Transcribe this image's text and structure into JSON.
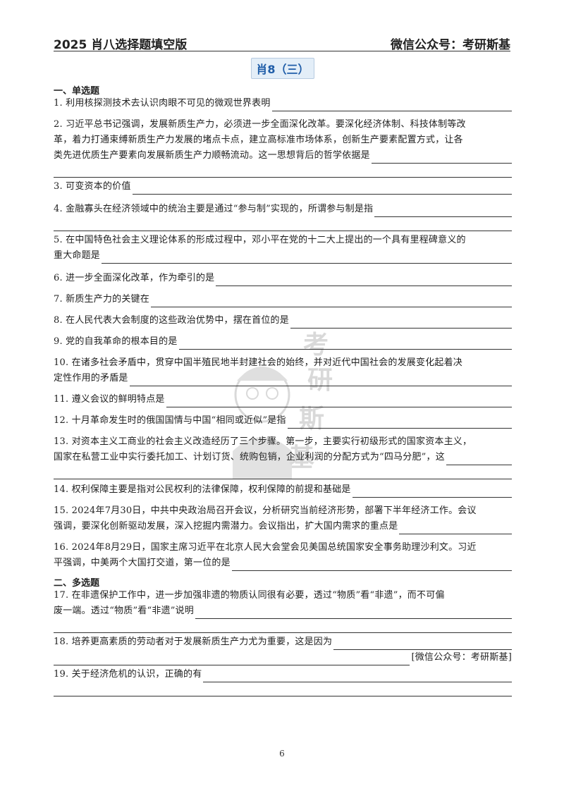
{
  "header": {
    "left": "2025 肖八选择题填空版",
    "right": "微信公众号：考研斯基"
  },
  "title": "肖8（三）",
  "sections": {
    "single": "一、单选题",
    "multi": "二、多选题"
  },
  "questions": {
    "q1": {
      "l1": "1. 利用核探测技术去认识肉眼不可见的微观世界表明"
    },
    "q2": {
      "l1": "2. 习近平总书记强调，发展新质生产力，必须进一步全面深化改革。要深化经济体制、科技体制等改",
      "l2": "革，着力打通束缚新质生产力发展的堵点卡点，建立高标准市场体系，创新生产要素配置方式，让各",
      "l3": "类先进优质生产要素向发展新质生产力顺畅流动。这一思想背后的哲学依据是"
    },
    "q3": {
      "l1": "3. 可变资本的价值"
    },
    "q4": {
      "l1": "4. 金融寡头在经济领域中的统治主要是通过“参与制”实现的，所谓参与制是指"
    },
    "q5": {
      "l1": "5. 在中国特色社会主义理论体系的形成过程中，邓小平在党的十二大上提出的一个具有里程碑意义的",
      "l2": "重大命题是"
    },
    "q6": {
      "l1": "6. 进一步全面深化改革，作为牵引的是"
    },
    "q7": {
      "l1": "7. 新质生产力的关键在"
    },
    "q8": {
      "l1": "8. 在人民代表大会制度的这些政治优势中，摆在首位的是"
    },
    "q9": {
      "l1": "9. 党的自我革命的根本目的是"
    },
    "q10": {
      "l1": "10. 在诸多社会矛盾中，贯穿中国半殖民地半封建社会的始终，并对近代中国社会的发展变化起着决",
      "l2": "定性作用的矛盾是"
    },
    "q11": {
      "l1": "11. 遵义会议的鲜明特点是"
    },
    "q12": {
      "l1": "12. 十月革命发生时的俄国国情与中国“相同或近似”是指"
    },
    "q13": {
      "l1": "13. 对资本主义工商业的社会主义改造经历了三个步骤。第一步，主要实行初级形式的国家资本主义，",
      "l2": "国家在私营工业中实行委托加工、计划订货、统购包销，企业利润的分配方式为“四马分肥”，这"
    },
    "q14": {
      "l1": "14. 权利保障主要是指对公民权利的法律保障，权利保障的前提和基础是"
    },
    "q15": {
      "l1": "15. 2024年7月30日，中共中央政治局召开会议，分析研究当前经济形势，部署下半年经济工作。会议",
      "l2": "强调，要深化创新驱动发展，深入挖掘内需潜力。会议指出，扩大国内需求的重点是"
    },
    "q16": {
      "l1": "16. 2024年8月29日，国家主席习近平在北京人民大会堂会见美国总统国家安全事务助理沙利文。习近",
      "l2": "平强调，中美两个大国打交道，第一位的是"
    },
    "q17": {
      "l1": "17. 在非遗保护工作中，进一步加强非遗的物质认同很有必要，透过“物质”看“非遗”，而不可偏",
      "l2": "废一端。透过“物质”看“非遗”说明"
    },
    "q18": {
      "l1": "18. 培养更高素质的劳动者对于发展新质生产力尤为重要，这是因为",
      "tag": "[微信公众号：考研斯基]"
    },
    "q19": {
      "l1": "19. 关于经济危机的认识，正确的有"
    }
  },
  "watermark": {
    "chars": [
      "考",
      "研",
      "斯",
      "基"
    ]
  },
  "page_number": "6"
}
